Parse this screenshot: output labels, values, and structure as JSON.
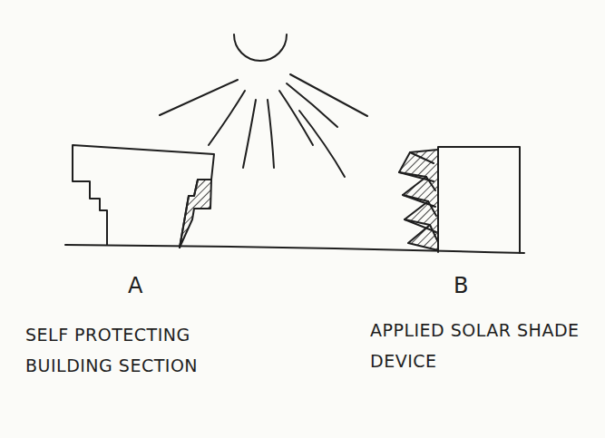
{
  "diagram": {
    "labels": [
      "A",
      "SELF PROTECTING BUILDING SECTION",
      "B",
      "APPLIED SOLAR SHADE DEVICE"
    ]
  }
}
